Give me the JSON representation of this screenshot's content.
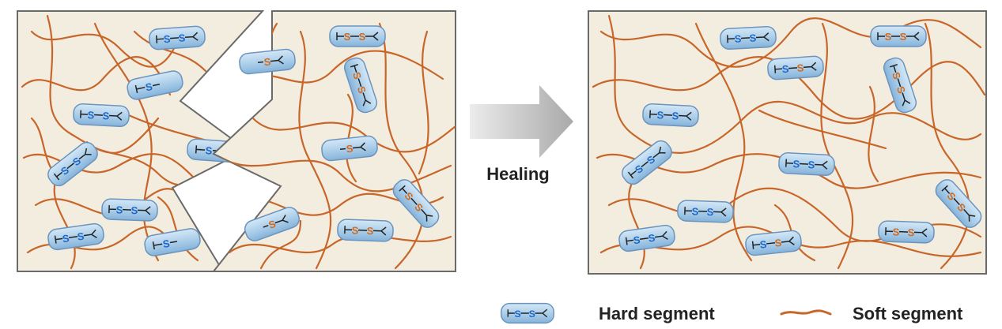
{
  "labels": {
    "arrow": "Healing",
    "legend_hard": "Hard segment",
    "legend_soft": "Soft segment"
  },
  "colors": {
    "panel_fill": "#f3ede0",
    "panel_border": "#6a6a6a",
    "soft_chain": "#c8662a",
    "hard_fill": "#a9cde9",
    "hard_stroke": "#6a94bd",
    "sulfur_blue": "#1f67c8",
    "sulfur_orange": "#d2691e",
    "arrow": "#b9b9b9"
  },
  "glyphs": {
    "sulfur": "S"
  },
  "icons": [
    "hard-segment-icon",
    "soft-segment-icon",
    "healing-arrow-icon"
  ]
}
